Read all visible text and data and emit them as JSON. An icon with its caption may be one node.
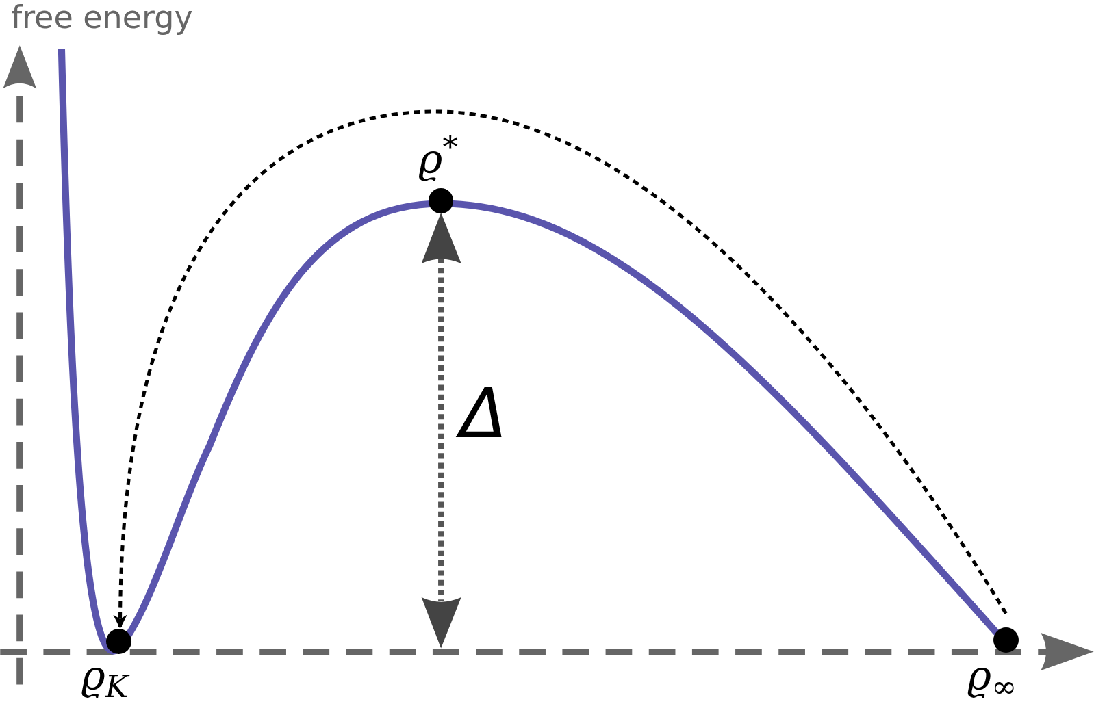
{
  "diagram": {
    "nodes": [
      {
        "text": [],
        "shape": "circle",
        "beside": [
          "ϱ$_{K}$"
        ]
      },
      {
        "text": [],
        "shape": "circle",
        "beside": [
          "ϱ$^{*}$"
        ]
      },
      {
        "text": [],
        "shape": "circle",
        "beside": [
          "ϱ$_{∞}$"
        ]
      }
    ],
    "edges": [
      {
        "from": 2,
        "to": 0,
        "arrow": "to",
        "style": "dashed"
      }
    ],
    "labels": [
      "free energy",
      "Δ"
    ]
  }
}
